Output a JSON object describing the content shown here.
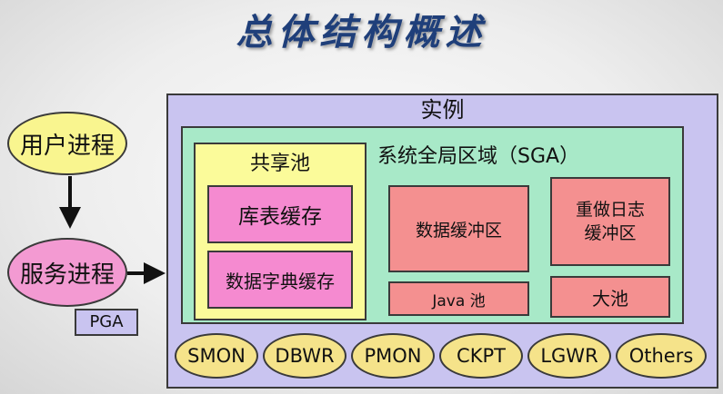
{
  "title": "总体结构概述",
  "instance_label": "实例",
  "sga_label": "系统全局区域（SGA）",
  "shared_pool": {
    "label": "共享池",
    "library_cache": "库表缓存",
    "dictionary_cache": "数据字典缓存"
  },
  "db_buffer_cache": "数据缓冲区",
  "redo_log_buffer": "重做日志缓冲区",
  "java_pool": "Java 池",
  "large_pool": "大池",
  "user_process": "用户进程",
  "server_process": "服务进程",
  "pga": "PGA",
  "background_processes": [
    "SMON",
    "DBWR",
    "PMON",
    "CKPT",
    "LGWR",
    "Others"
  ],
  "colors": {
    "instance": "#c9c4f0",
    "sga": "#a8e9c8",
    "shared_pool": "#fbfb9a",
    "cache_pink": "#f58ad0",
    "buffer_salmon": "#f49090",
    "bg_process": "#f5e38a",
    "title": "#1f3f7a"
  }
}
